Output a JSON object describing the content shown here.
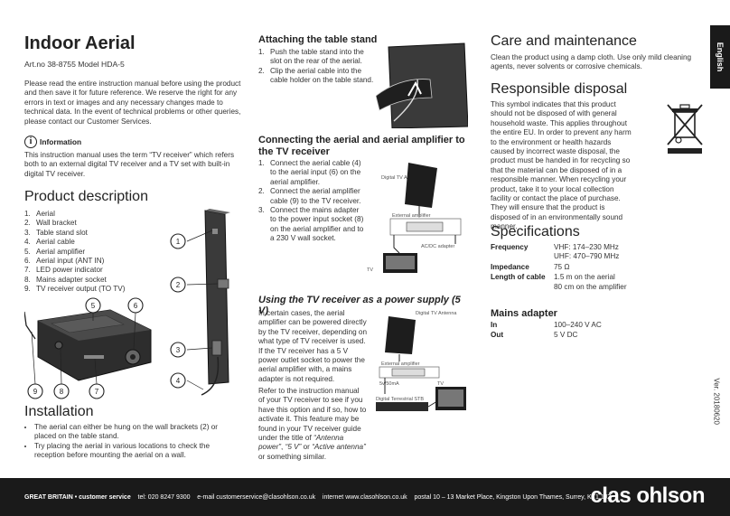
{
  "title": "Indoor Aerial",
  "art_no": "Art.no  38-8755    Model  HDA-5",
  "intro": "Please read the entire instruction manual before using the product and then save it for future reference. We reserve the right for any errors in text or images and any necessary changes made to technical data. In the event of technical problems or other queries, please contact our Customer Services.",
  "info": {
    "heading": "Information",
    "text": "This instruction manual uses the term “TV receiver” which refers both to an external digital TV receiver and a TV set with built-in digital TV receiver."
  },
  "product_description": {
    "heading": "Product description",
    "items": [
      {
        "n": "1.",
        "t": "Aerial"
      },
      {
        "n": "2.",
        "t": "Wall bracket"
      },
      {
        "n": "3.",
        "t": "Table stand slot"
      },
      {
        "n": "4.",
        "t": "Aerial cable"
      },
      {
        "n": "5.",
        "t": "Aerial amplifier"
      },
      {
        "n": "6.",
        "t": "Aerial input (ANT IN)"
      },
      {
        "n": "7.",
        "t": "LED power indicator"
      },
      {
        "n": "8.",
        "t": "Mains adapter socket"
      },
      {
        "n": "9.",
        "t": "TV receiver output (TO TV)"
      }
    ],
    "callouts": [
      "1",
      "2",
      "3",
      "4",
      "5",
      "6",
      "7",
      "8",
      "9"
    ]
  },
  "installation": {
    "heading": "Installation",
    "items": [
      "The aerial can either be hung on the wall brackets (2) or placed on the table stand.",
      "Try placing the aerial in various locations to check the reception before mounting the aerial on a wall."
    ]
  },
  "attaching": {
    "heading": "Attaching the table stand",
    "items": [
      {
        "n": "1.",
        "t": "Push the table stand into the slot on the rear of the aerial."
      },
      {
        "n": "2.",
        "t": "Clip the aerial cable into the cable holder on the table stand."
      }
    ]
  },
  "connecting": {
    "heading": "Connecting the aerial and aerial amplifier to the TV receiver",
    "items": [
      {
        "n": "1.",
        "t": "Connect the aerial cable (4) to the aerial input (6) on the aerial amplifier."
      },
      {
        "n": "2.",
        "t": "Connect the aerial amplifier cable (9) to the TV receiver."
      },
      {
        "n": "3.",
        "t": "Connect the mains adapter to the power input socket (8) on the aerial amplifier and to a 230 V wall socket."
      }
    ],
    "labels": {
      "digital_tv_antenna": "Digital TV Antenna",
      "external_amplifier": "External amplifier",
      "acdc_adapter": "AC/DC adapter",
      "tv": "TV"
    }
  },
  "power_supply": {
    "heading": "Using the TV receiver as a power supply (5 V)",
    "p1": "In certain cases, the aerial amplifier can be powered directly by the TV receiver, depending on what type of TV receiver is used. If the TV receiver has a 5 V power outlet socket to power the aerial amplifier with, a mains adapter is not required.",
    "p2_a": "Refer to the instruction manual of your TV receiver to see if you have this option and if so, how to activate it. This feature may be found in your TV receiver guide under the title of ",
    "p2_b": "“Antenna power”",
    "p2_c": ", ",
    "p2_d": "“5 V”",
    "p2_e": " or ",
    "p2_f": "“Active antenna”",
    "p2_g": " or something similar.",
    "labels": {
      "digital_tv_antenna": "Digital TV Antenna",
      "external_amplifier": "External amplifier",
      "dc_5v": "5v/50mA",
      "stb": "Digital Terrestrial STB",
      "tv": "TV"
    }
  },
  "care": {
    "heading": "Care and maintenance",
    "text": "Clean the product using a damp cloth. Use only mild cleaning agents, never solvents or corrosive chemicals."
  },
  "disposal": {
    "heading": "Responsible disposal",
    "text": "This symbol indicates that this product should not be disposed of with general household waste. This applies throughout the entire EU. In order to prevent any harm to the environment or health hazards caused by incorrect waste disposal, the product must be handed in for recycling so that the material can be disposed of in a responsible manner. When recycling your product, take it to your local collection facility or contact the place of purchase. They will ensure that the product is disposed of in an environmentally sound manner."
  },
  "specifications": {
    "heading": "Specifications",
    "rows": [
      {
        "k": "Frequency",
        "v1": "VHF: 174–230 MHz",
        "v2": "UHF: 470–790 MHz"
      },
      {
        "k": "Impedance",
        "v1": "75 Ω",
        "v2": ""
      },
      {
        "k": "Length of cable",
        "v1": "1.5 m on the aerial",
        "v2": "80 cm on the amplifier"
      }
    ]
  },
  "mains_adapter": {
    "heading": "Mains adapter",
    "rows": [
      {
        "k": "In",
        "v": "100–240 V AC"
      },
      {
        "k": "Out",
        "v": "5 V DC"
      }
    ]
  },
  "language_tab": "English",
  "version": "Ver. 20180620",
  "footer": {
    "country": "GREAT BRITAIN • customer service",
    "tel": "tel: 020 8247 9300",
    "email": "e-mail customerservice@clasohlson.co.uk",
    "internet": "internet www.clasohlson.co.uk",
    "postal": "postal 10 – 13 Market Place, Kingston Upon Thames, Surrey, KT1 1JZ",
    "logo": "clas ohlson"
  },
  "colors": {
    "footer_bg": "#1a1a1a",
    "text": "#333333"
  }
}
